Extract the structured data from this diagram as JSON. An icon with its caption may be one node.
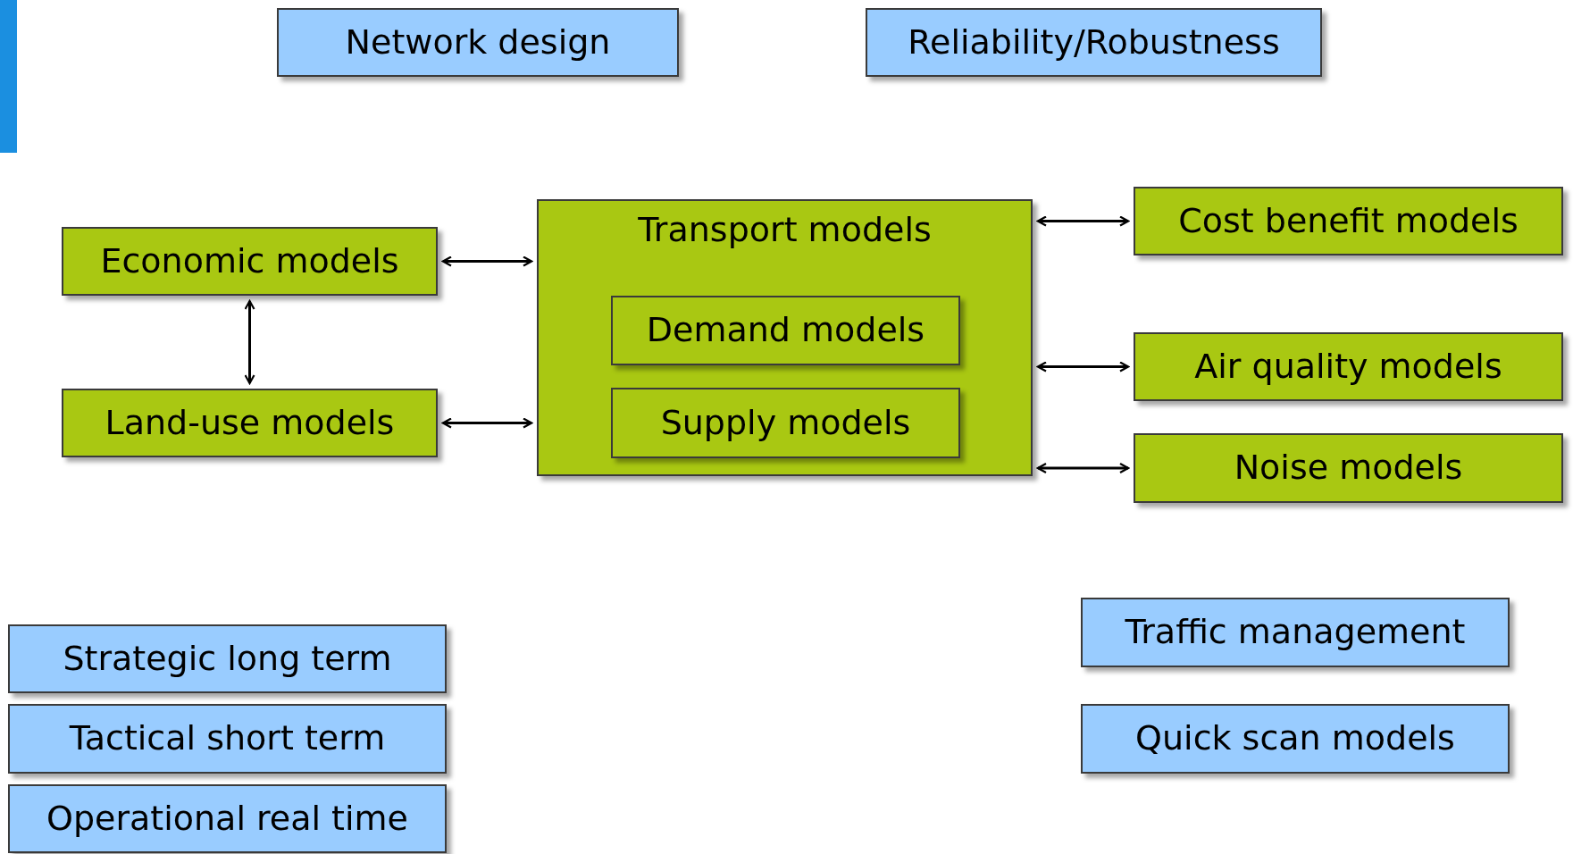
{
  "diagram": {
    "nodes": [
      {
        "text": [
          "Network design"
        ]
      },
      {
        "text": [
          "Reliability/Robustness"
        ]
      },
      {
        "text": [
          "Transport models"
        ]
      },
      {
        "text": [
          "Demand models"
        ],
        "in": 2
      },
      {
        "text": [
          "Supply models"
        ],
        "in": 2
      },
      {
        "text": [
          "Economic models"
        ]
      },
      {
        "text": [
          "Cost benefit models"
        ]
      },
      {
        "text": [
          "Air quality models"
        ]
      },
      {
        "text": [
          "Land-use models"
        ]
      },
      {
        "text": [
          "Noise models"
        ]
      },
      {
        "text": [
          "Strategic long term"
        ]
      },
      {
        "text": [
          "Traffic management"
        ]
      },
      {
        "text": [
          "Tactical short term"
        ]
      },
      {
        "text": [
          "Quick scan models"
        ]
      },
      {
        "text": [
          "Operational real time"
        ]
      }
    ],
    "edges": [
      {
        "from": 5,
        "to": 2,
        "arrow": "both"
      },
      {
        "from": 8,
        "to": 2,
        "arrow": "both"
      },
      {
        "from": 5,
        "to": 8,
        "arrow": "both"
      },
      {
        "from": 2,
        "to": 6,
        "arrow": "both"
      },
      {
        "from": 2,
        "to": 7,
        "arrow": "both"
      },
      {
        "from": 2,
        "to": 9,
        "arrow": "both"
      }
    ]
  }
}
